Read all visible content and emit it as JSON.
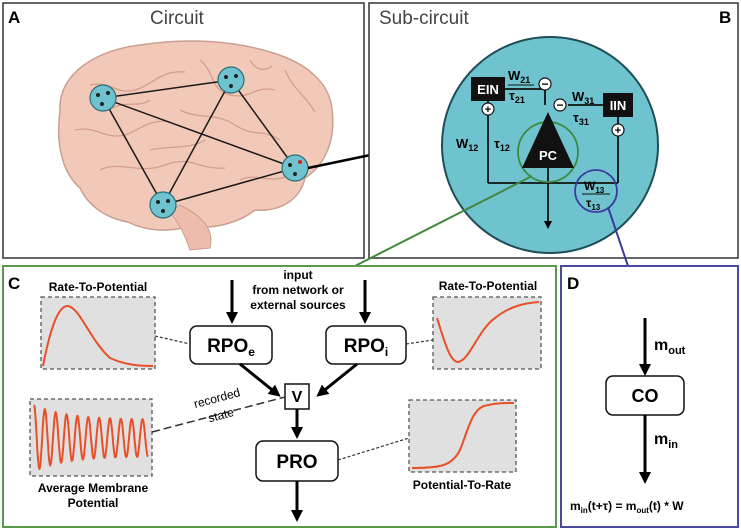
{
  "panels": {
    "A": {
      "letter": "A",
      "title": "Circuit"
    },
    "B": {
      "letter": "B",
      "title": "Sub-circuit"
    },
    "C": {
      "letter": "C"
    },
    "D": {
      "letter": "D"
    }
  },
  "subcircuit": {
    "ein": "EIN",
    "iin": "IIN",
    "pc": "PC",
    "w21": "W",
    "w21_sub": "21",
    "tau21": "τ",
    "tau21_sub": "21",
    "w31": "W",
    "w31_sub": "31",
    "tau31": "τ",
    "tau31_sub": "31",
    "w12": "W",
    "w12_sub": "12",
    "tau12": "τ",
    "tau12_sub": "12",
    "w13": "W",
    "w13_sub": "13",
    "tau13": "τ",
    "tau13_sub": "13",
    "plus": "+",
    "minus": "−"
  },
  "panelC": {
    "input_line1": "input",
    "input_line2": "from network or",
    "input_line3": "external sources",
    "rpo_e": "RPO",
    "rpo_e_sub": "e",
    "rpo_i": "RPO",
    "rpo_i_sub": "i",
    "v": "V",
    "pro": "PRO",
    "rtp_left": "Rate-To-Potential",
    "rtp_right": "Rate-To-Potential",
    "ptr": "Potential-To-Rate",
    "amp_line1": "Average Membrane",
    "amp_line2": "Potential",
    "recorded_line1": "recorded",
    "recorded_line2": "state"
  },
  "panelD": {
    "m_out": "m",
    "m_out_sub": "out",
    "co": "CO",
    "m_in": "m",
    "m_in_sub": "in",
    "eq_a": "m",
    "eq_a_sub": "in",
    "eq_b": "(t+τ) = m",
    "eq_b_sub": "out",
    "eq_c": "(t) * W"
  },
  "colors": {
    "teal": "#6fc3cf",
    "panelC_border": "#5a9a4c",
    "panelD_border": "#4a4aa0",
    "trace": "#e8502a",
    "plotbg": "#e0e0e0",
    "brain": "#f2c9b8"
  }
}
